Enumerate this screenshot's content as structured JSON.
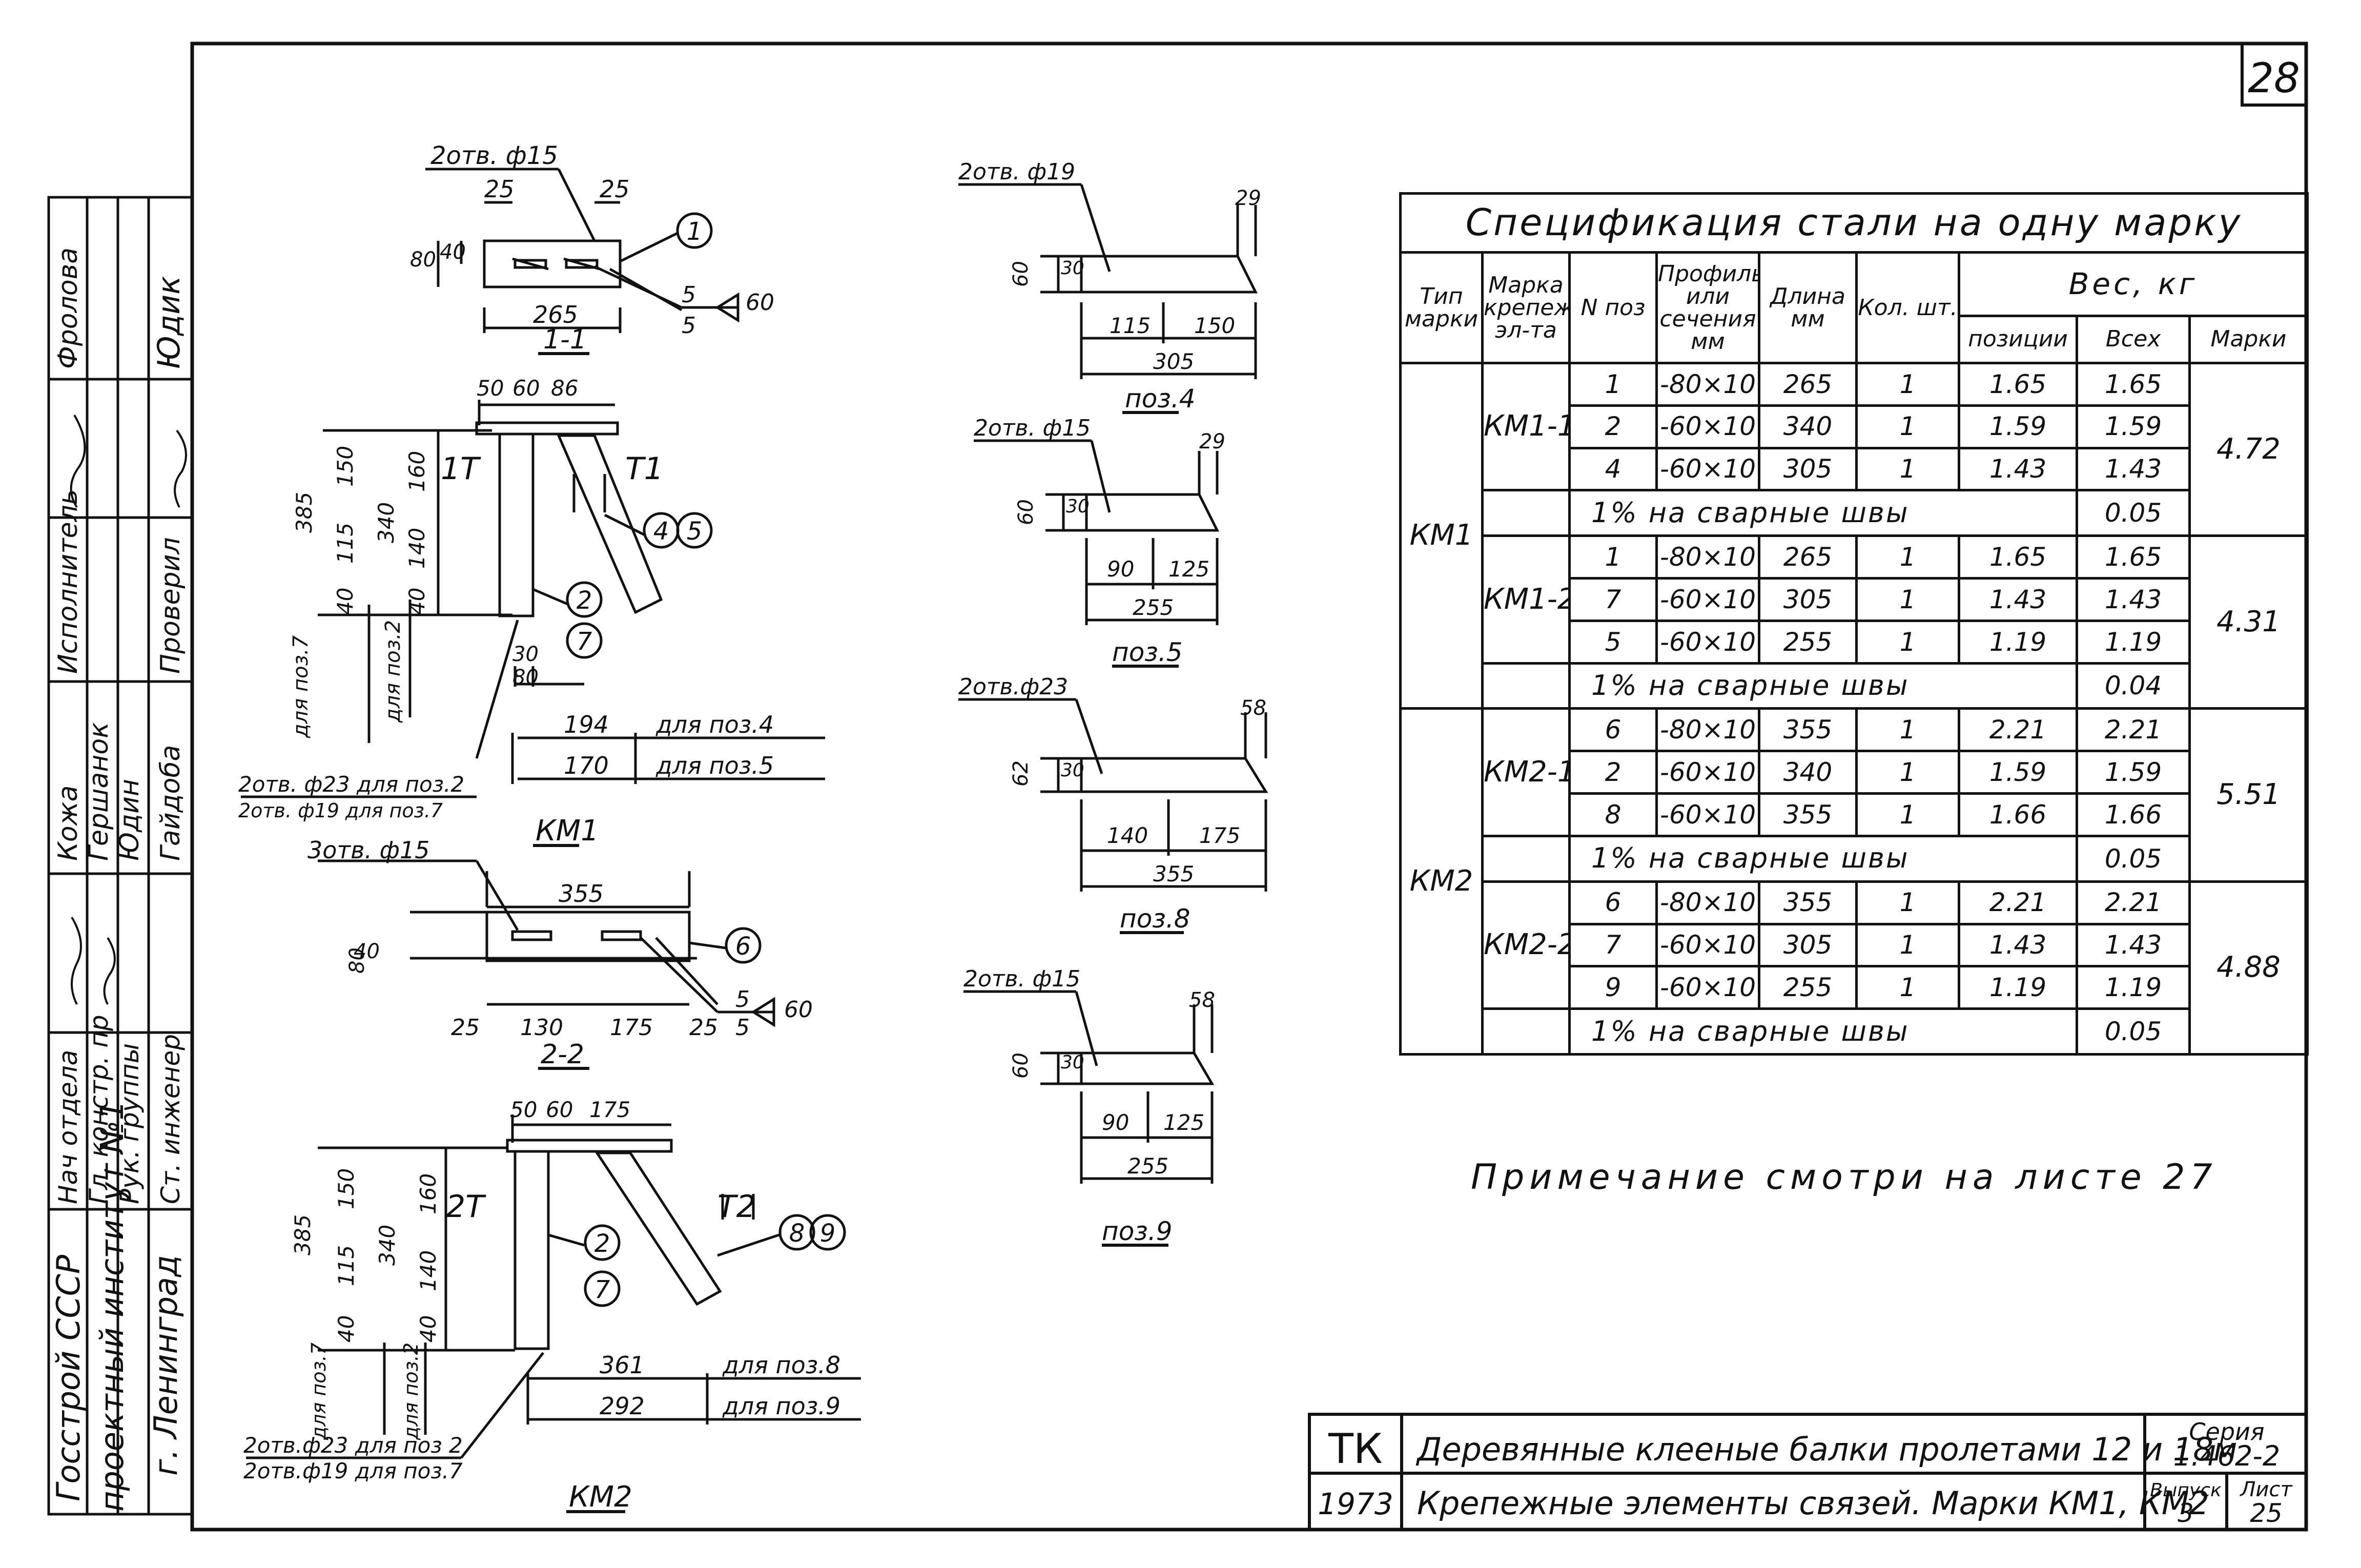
{
  "sheet_number": "28",
  "spec": {
    "title": "Спецификация стали на одну марку",
    "headers": {
      "type": "Тип марки",
      "mark": "Марка крепеж. эл-та",
      "pos": "N поз",
      "profile": "Профиль или сечения мм",
      "length": "Длина мм",
      "qty": "Кол. шт.",
      "weight": "Вес, кг",
      "w_pos": "позиции",
      "w_all": "Всех",
      "w_mark": "Марки"
    },
    "weld_note": "1% на сварные швы",
    "groups": [
      {
        "type": "КМ1",
        "marks": [
          {
            "mark": "КМ1-1",
            "total": "4.72",
            "weld": "0.05",
            "rows": [
              {
                "pos": "1",
                "section": "-80×10",
                "length": "265",
                "qty": "1",
                "w_pos": "1.65",
                "w_all": "1.65"
              },
              {
                "pos": "2",
                "section": "-60×10",
                "length": "340",
                "qty": "1",
                "w_pos": "1.59",
                "w_all": "1.59"
              },
              {
                "pos": "4",
                "section": "-60×10",
                "length": "305",
                "qty": "1",
                "w_pos": "1.43",
                "w_all": "1.43"
              }
            ]
          },
          {
            "mark": "КМ1-2",
            "total": "4.31",
            "weld": "0.04",
            "rows": [
              {
                "pos": "1",
                "section": "-80×10",
                "length": "265",
                "qty": "1",
                "w_pos": "1.65",
                "w_all": "1.65"
              },
              {
                "pos": "7",
                "section": "-60×10",
                "length": "305",
                "qty": "1",
                "w_pos": "1.43",
                "w_all": "1.43"
              },
              {
                "pos": "5",
                "section": "-60×10",
                "length": "255",
                "qty": "1",
                "w_pos": "1.19",
                "w_all": "1.19"
              }
            ]
          }
        ]
      },
      {
        "type": "КМ2",
        "marks": [
          {
            "mark": "КМ2-1",
            "total": "5.51",
            "weld": "0.05",
            "rows": [
              {
                "pos": "6",
                "section": "-80×10",
                "length": "355",
                "qty": "1",
                "w_pos": "2.21",
                "w_all": "2.21"
              },
              {
                "pos": "2",
                "section": "-60×10",
                "length": "340",
                "qty": "1",
                "w_pos": "1.59",
                "w_all": "1.59"
              },
              {
                "pos": "8",
                "section": "-60×10",
                "length": "355",
                "qty": "1",
                "w_pos": "1.66",
                "w_all": "1.66"
              }
            ]
          },
          {
            "mark": "КМ2-2",
            "total": "4.88",
            "weld": "0.05",
            "rows": [
              {
                "pos": "6",
                "section": "-80×10",
                "length": "355",
                "qty": "1",
                "w_pos": "2.21",
                "w_all": "2.21"
              },
              {
                "pos": "7",
                "section": "-60×10",
                "length": "305",
                "qty": "1",
                "w_pos": "1.43",
                "w_all": "1.43"
              },
              {
                "pos": "9",
                "section": "-60×10",
                "length": "255",
                "qty": "1",
                "w_pos": "1.19",
                "w_all": "1.19"
              }
            ]
          }
        ]
      }
    ]
  },
  "note_text": "Примечание смотри на листе 27",
  "title_block": {
    "code": "ТК",
    "year": "1973",
    "line1": "Деревянные клееные балки пролетами 12 и 18м",
    "line2": "Крепежные элементы связей. Марки КМ1, КМ2",
    "series_label": "Серия",
    "series_value": "1.462-2",
    "issue_label": "Выпуск",
    "issue_value": "3",
    "sheet_label": "Лист",
    "sheet_value": "25"
  },
  "stamp": {
    "org1": "Госстрой СССР",
    "org2": "проектный институт №1",
    "org3": "г. Ленинград",
    "roles": [
      "Нач отдела",
      "Гл. констр. пр",
      "Рук. группы",
      "Ст. инженер"
    ],
    "names": [
      "Кожа",
      "Гершанок",
      "Юдин",
      "Гайдоба"
    ],
    "performer_label": "Исполнитель",
    "checked_label": "Проверил",
    "performer_name": "Фролова",
    "checked_name": "Юдик"
  },
  "drawing": {
    "km1_label": "КМ1",
    "km2_label": "КМ2",
    "sec11_label": "1-1",
    "sec22_label": "2-2",
    "pos4_label": "поз.4",
    "pos5_label": "поз.5",
    "pos8_label": "поз.8",
    "pos9_label": "поз.9",
    "holes_15": "2отв. ф15",
    "holes_3_15": "3отв. ф15",
    "holes_19": "2отв. ф19",
    "holes_23": "2отв.ф23",
    "km1_holes_a": "2отв. ф23 для поз.2",
    "km1_holes_b": "2отв. ф19 для поз.7",
    "km2_holes_a": "2отв.ф23 для поз 2",
    "km2_holes_b": "2отв.ф19 для поз.7",
    "for_pos4": "для поз.4",
    "for_pos5": "для поз.5",
    "for_pos7": "для поз.7",
    "for_pos2": "для поз.2",
    "for_pos8": "для поз.8",
    "for_pos9": "для поз.9",
    "dims": {
      "d265": "265",
      "d25": "25",
      "d80": "80",
      "d40": "40",
      "d60": "60",
      "d50": "50",
      "d86": "86",
      "d385": "385",
      "d150": "150",
      "d340": "340",
      "d160": "160",
      "d115": "115",
      "d140": "140",
      "d30": "30",
      "d194": "194",
      "d170": "170",
      "d355": "355",
      "d130": "130",
      "d175": "175",
      "d361": "361",
      "d292": "292",
      "d29": "29",
      "d305": "305",
      "d125": "125",
      "d90": "90",
      "d255": "255",
      "d58": "58",
      "d62": "62",
      "weld5": "5"
    },
    "callouts": [
      "1",
      "2",
      "4",
      "5",
      "6",
      "7",
      "8",
      "9"
    ]
  }
}
